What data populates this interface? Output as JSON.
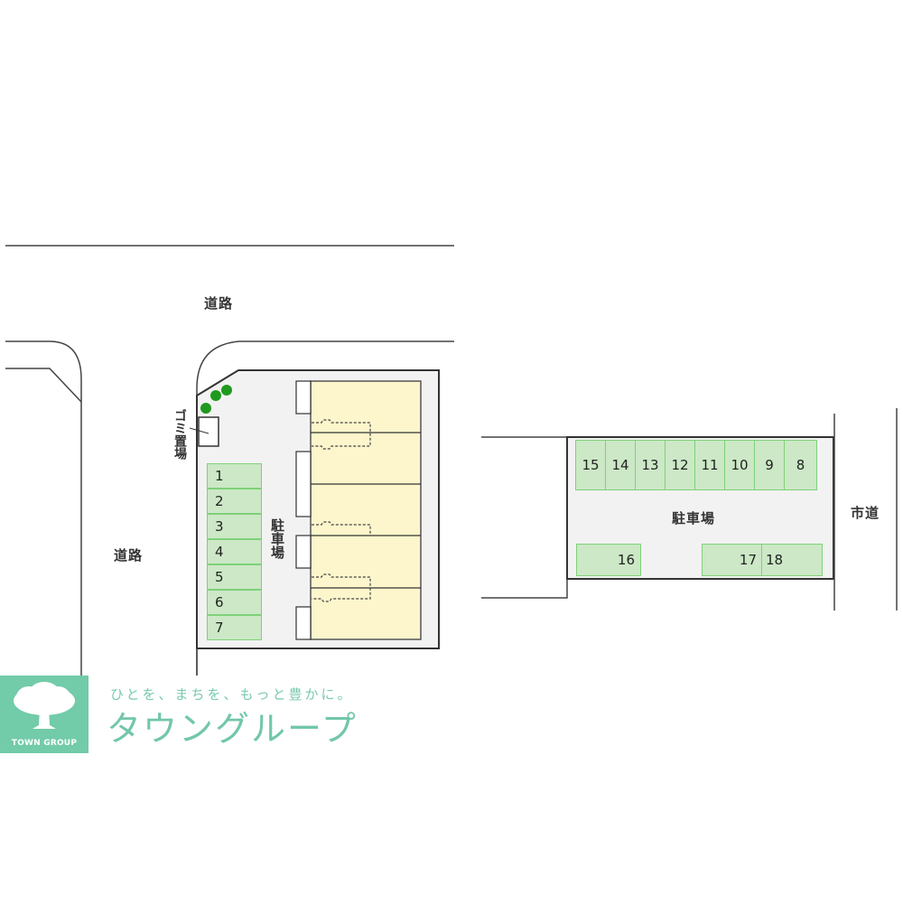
{
  "map": {
    "labels": {
      "road_top": "道路",
      "road_left": "道路",
      "city_road": "市道",
      "garbage_area": "ゴミ置場",
      "parking_left": "駐車場",
      "parking_right": "駐車場"
    },
    "left_lot": {
      "slots": [
        "1",
        "2",
        "3",
        "4",
        "5",
        "6",
        "7"
      ]
    },
    "right_lot": {
      "top_row": [
        "15",
        "14",
        "13",
        "12",
        "11",
        "10",
        "9",
        "8"
      ],
      "bottom_row": [
        "16",
        "17",
        "18"
      ]
    },
    "colors": {
      "slot_fill": "#cce8c6",
      "slot_border": "#7fd17a",
      "building_fill": "#fdf6cc",
      "lot_fill": "#f2f2f2",
      "tree": "#1f9a1f",
      "brand": "#72cba9"
    }
  },
  "brand": {
    "logo_caption": "TOWN GROUP",
    "tagline": "ひとを、まちを、もっと豊かに。",
    "name": "タウングループ"
  }
}
